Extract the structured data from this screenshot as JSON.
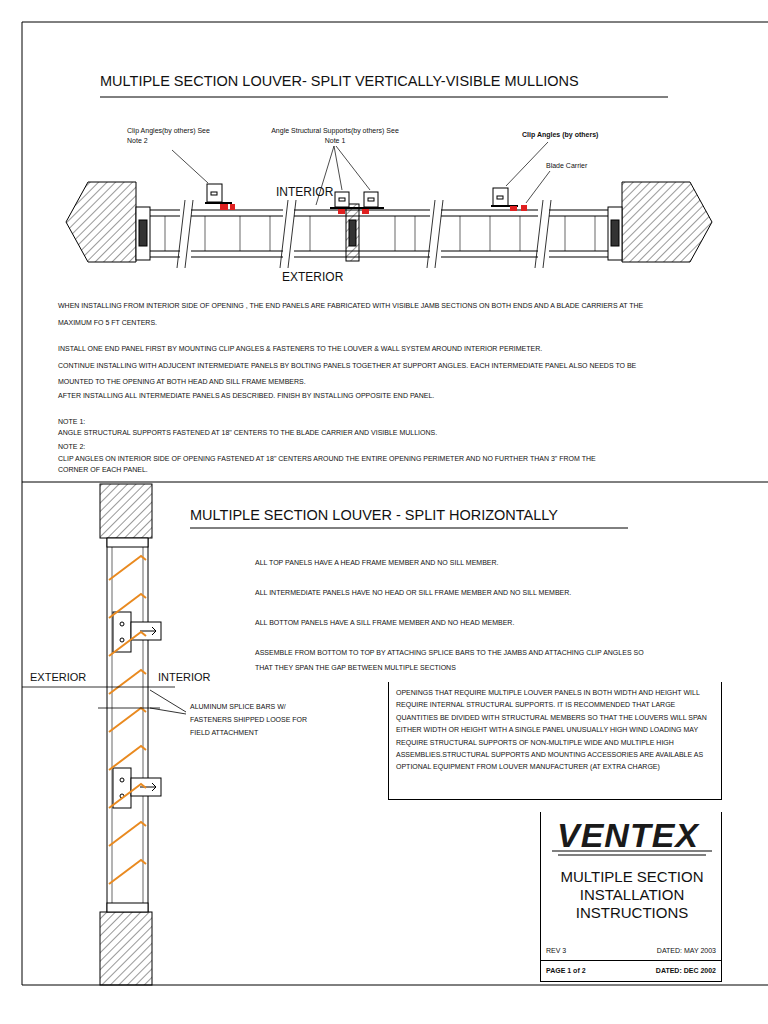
{
  "diagram": {
    "nodes": [
      {
        "text": [
          "OPENINGS THAT REQUIRE MULTIPLE LOUVER PANELS IN BOTH WIDTH AND HEIGHT WILL REQUIRE INTERNAL STRUCTURAL SUPPORTS. IT IS RECOMMENDED THAT LARGE QUANTITIES BE DIVIDED WITH STRUCTURAL MEMBERS SO THAT THE LOUVERS WILL SPAN EITHER WIDTH OR HEIGHT WITH A SINGLE PANEL UNUSUALLY HIGH WIND LOADING MAY REQUIRE STRUCTURAL SUPPORTS OF NON-MULTIPLE WIDE AND MULTIPLE HIGH ASSEMBLIES.STRUCTURAL SUPPORTS AND MOUNTING ACCESSORIES ARE AVAILABLE AS OPTIONAL EQUIPMENT FROM LOUVER MANUFACTURER (AT EXTRA CHARGE)"
        ]
      },
      {
        "text": [
          "MULTIPLE SECTION INSTALLATION INSTRUCTIONS",
          "REV 3",
          "DATED: MAY 2003"
        ]
      },
      {
        "text": [
          "VENTEX"
        ],
        "in": 1
      },
      {
        "text": [
          "PAGE 1 of 2",
          "DATED: DEC 2002"
        ],
        "in": 1
      }
    ],
    "labels": [
      "MULTIPLE SECTION LOUVER- SPLIT VERTICALLY-VISIBLE MULLIONS",
      "Clip Angles(by others) See Note 2",
      "Angle Structural Supports(by others) See Note 1",
      "Clip Angles (by others)",
      "Blade Carrier",
      "INTERIOR",
      "EXTERIOR",
      "WHEN INSTALLING FROM INTERIOR SIDE OF OPENING , THE END PANELS ARE FABRICATED WITH VISIBLE JAMB SECTIONS ON BOTH ENDS AND A BLADE CARRIERS AT THE MAXIMUM FO 5 FT CENTERS.",
      "INSTALL ONE END PANEL FIRST BY MOUNTING CLIP ANGLES & FASTENERS TO THE LOUVER & WALL SYSTEM AROUND INTERIOR PERIMETER.",
      "CONTINUE INSTALLING WITH ADJUCENT INTERMEDIATE PANELS BY BOLTING PANELS TOGETHER AT SUPPORT ANGLES. EACH INTERMEDIATE PANEL ALSO NEEDS TO BE MOUNTED TO THE OPENING AT BOTH HEAD AND SILL FRAME MEMBERS.",
      "AFTER INSTALLING ALL INTERMEDIATE PANELS AS DESCRIBED. FINISH BY INSTALLING OPPOSITE END PANEL.",
      "NOTE 1:",
      "ANGLE STRUCTURAL SUPPORTS FASTENED AT 18\" CENTERS TO THE BLADE CARRIER AND VISIBLE MULLIONS.",
      "NOTE 2:",
      "CLIP ANGLES ON INTERIOR SIDE OF OPENING FASTENED AT 18\" CENTERS AROUND THE ENTIRE OPENING PERIMETER AND NO FURTHER THAN 3\" FROM THE CORNER OF EACH PANEL.",
      "MULTIPLE SECTION LOUVER - SPLIT HORIZONTALLY",
      "ALL TOP PANELS HAVE A HEAD FRAME MEMBER AND NO SILL MEMBER.",
      "ALL INTERMEDIATE PANELS HAVE NO HEAD OR SILL FRAME MEMBER AND NO SILL MEMBER.",
      "ALL BOTTOM PANELS HAVE A SILL FRAME MEMBER AND NO HEAD MEMBER.",
      "ASSEMBLE FROM BOTTOM TO TOP BY ATTACHING SPLICE BARS TO THE JAMBS AND ATTACHING CLIP ANGLES SO THAT THEY SPAN THE GAP BETWEEN MULTIPLE SECTIONS",
      "EXTERIOR",
      "INTERIOR",
      "ALUMINUM SPLICE BARS W/ FASTENERS SHIPPED LOOSE FOR FIELD ATTACHMENT"
    ]
  }
}
